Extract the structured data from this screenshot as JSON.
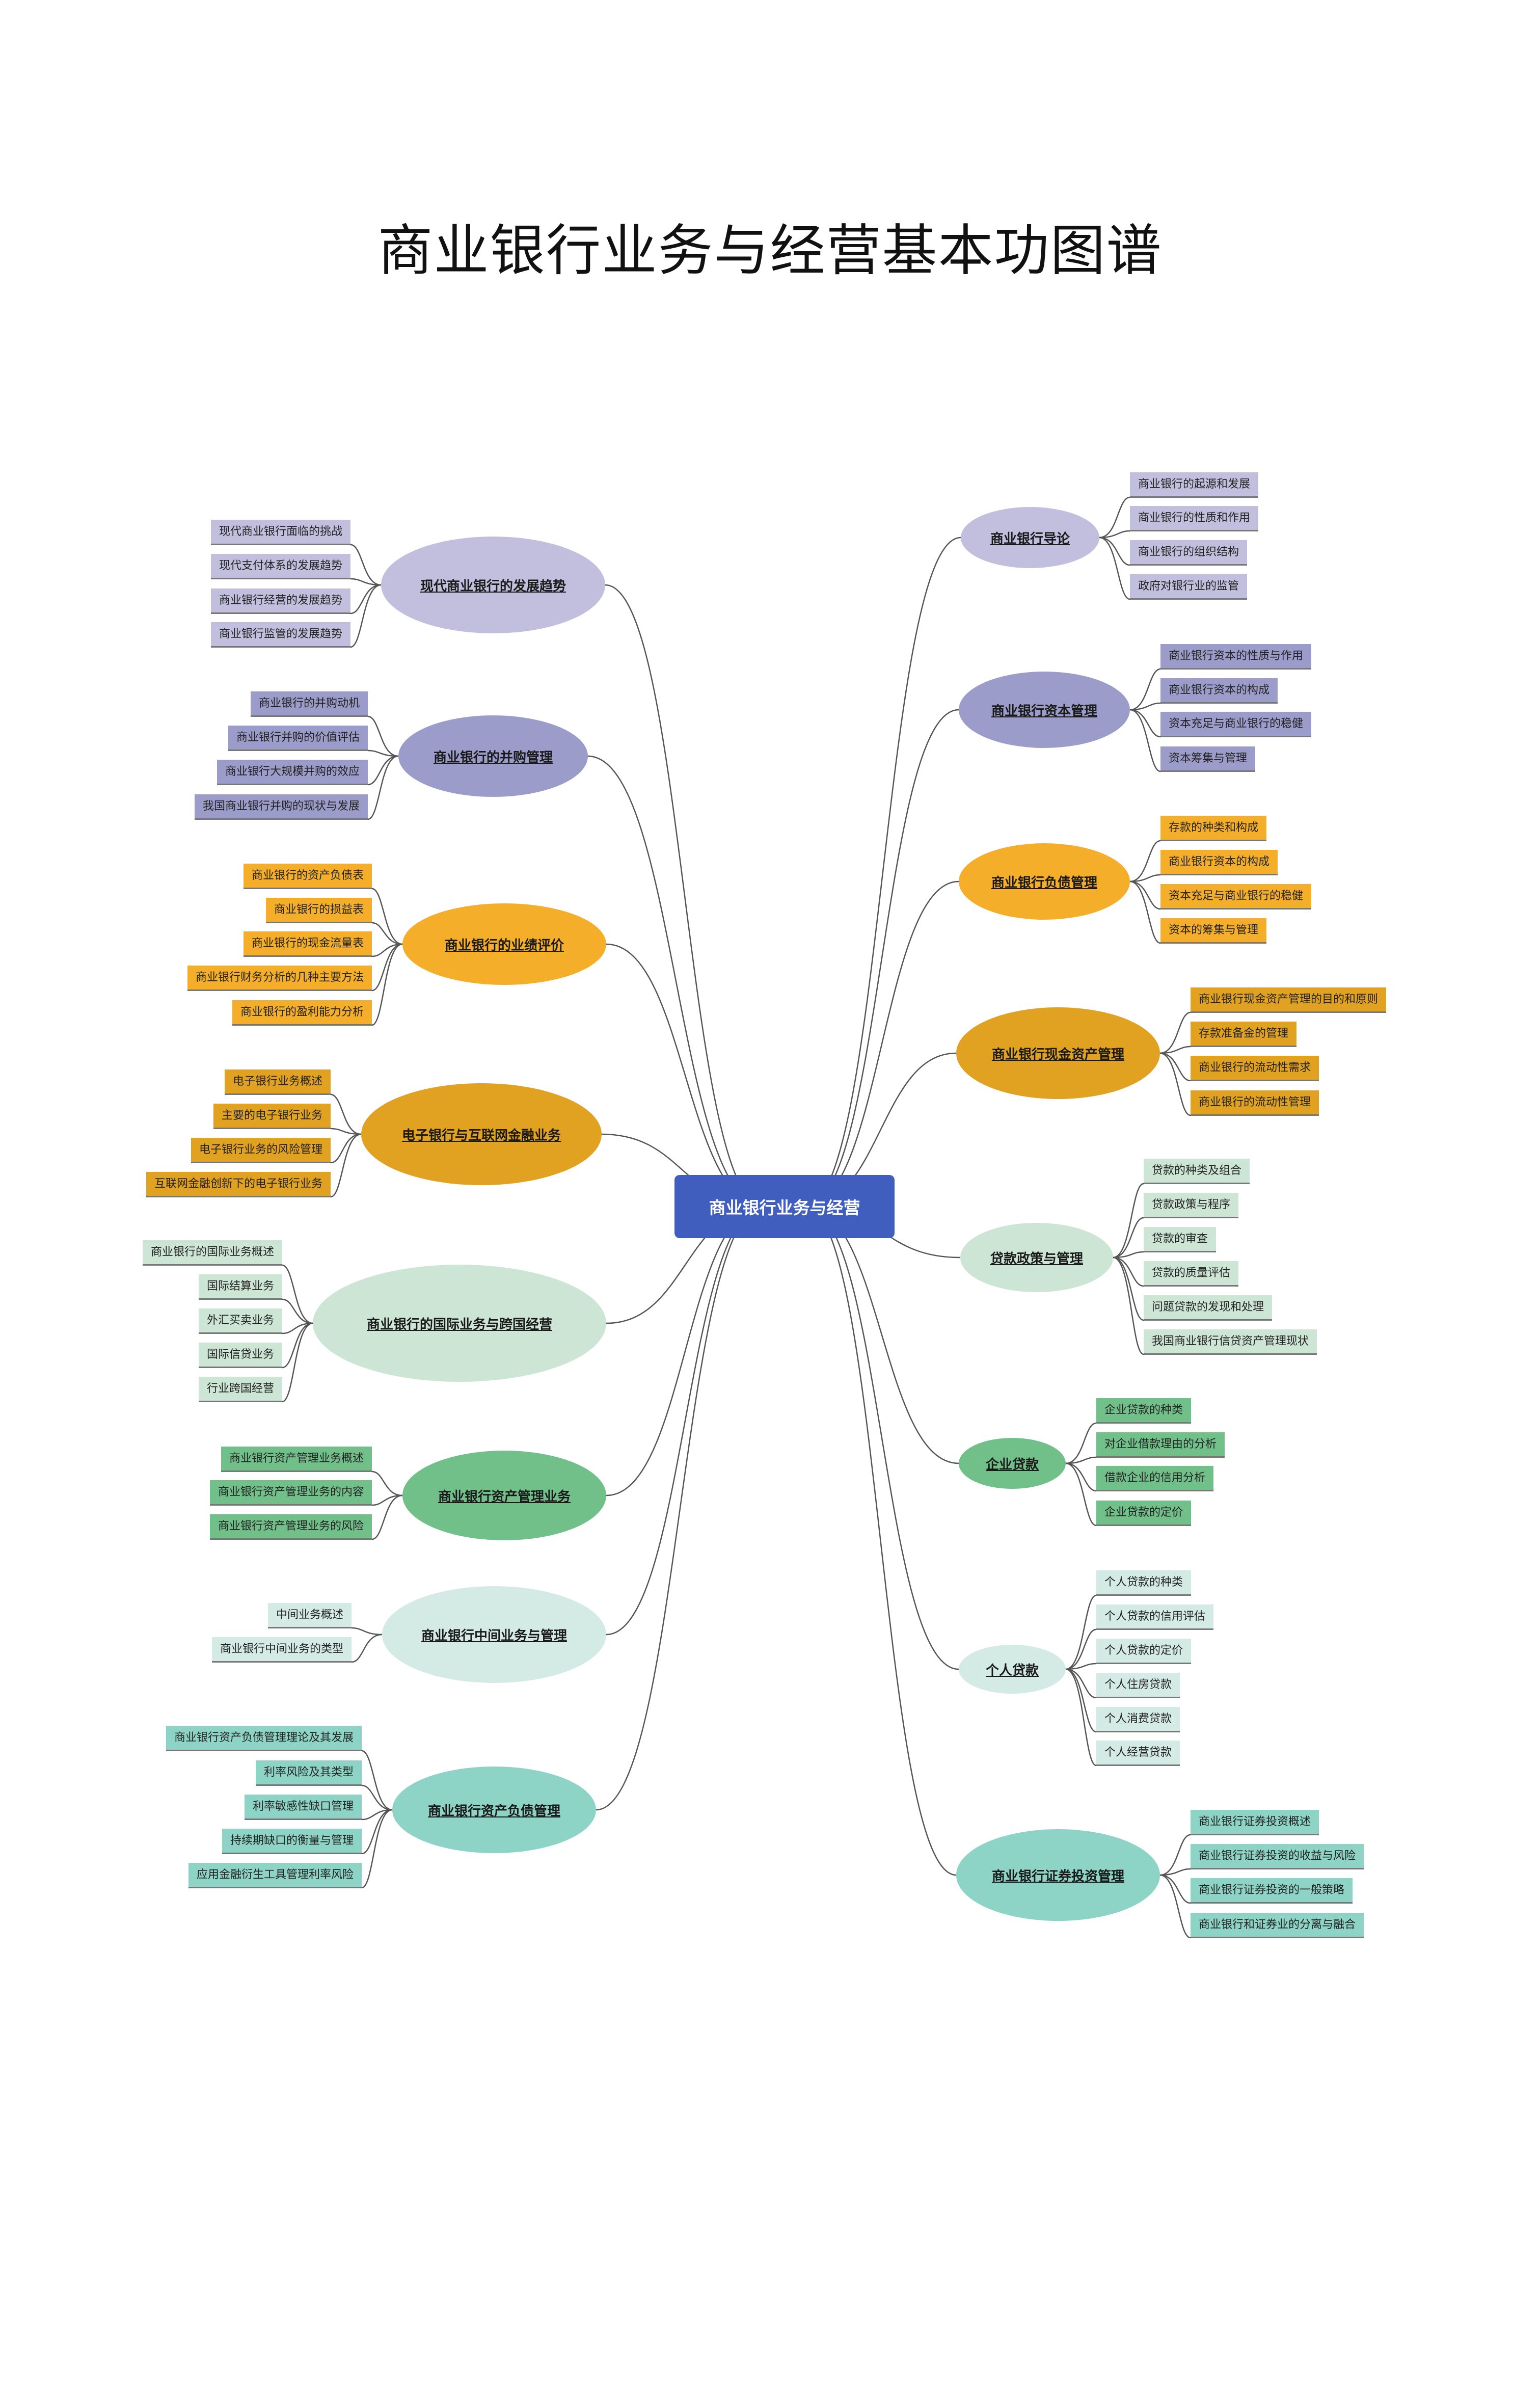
{
  "title": "商业银行业务与经营基本功图谱",
  "center": "商业银行业务与经营",
  "watermark": "",
  "left_branches": [
    {
      "label": "现代商业银行的发展趋势",
      "color": "#c1bfdd",
      "items": [
        "现代商业银行面临的挑战",
        "现代支付体系的发展趋势",
        "商业银行经营的发展趋势",
        "商业银行监管的发展趋势"
      ]
    },
    {
      "label": "商业银行的并购管理",
      "color": "#9c9cca",
      "items": [
        "商业银行的并购动机",
        "商业银行并购的价值评估",
        "商业银行大规模并购的效应",
        "我国商业银行并购的现状与发展"
      ]
    },
    {
      "label": "商业银行的业绩评价",
      "color": "#f5ae29",
      "items": [
        "商业银行的资产负债表",
        "商业银行的损益表",
        "商业银行的现金流量表",
        "商业银行财务分析的几种主要方法",
        "商业银行的盈利能力分析"
      ]
    },
    {
      "label": "电子银行与互联网金融业务",
      "color": "#e1a121",
      "items": [
        "电子银行业务概述",
        "主要的电子银行业务",
        "电子银行业务的风险管理",
        "互联网金融创新下的电子银行业务"
      ]
    },
    {
      "label": "商业银行的国际业务与跨国经营",
      "color": "#cde5d5",
      "items": [
        "商业银行的国际业务概述",
        "国际结算业务",
        "外汇买卖业务",
        "国际信贷业务",
        "行业跨国经营"
      ]
    },
    {
      "label": "商业银行资产管理业务",
      "color": "#71c08a",
      "items": [
        "商业银行资产管理业务概述",
        "商业银行资产管理业务的内容",
        "商业银行资产管理业务的风险"
      ]
    },
    {
      "label": "商业银行中间业务与管理",
      "color": "#d4ebe5",
      "items": [
        "中间业务概述",
        "商业银行中间业务的类型"
      ]
    },
    {
      "label": "商业银行资产负债管理",
      "color": "#8ed4c6",
      "items": [
        "商业银行资产负债管理理论及其发展",
        "利率风险及其类型",
        "利率敏感性缺口管理",
        "持续期缺口的衡量与管理",
        "应用金融衍生工具管理利率风险"
      ]
    }
  ],
  "right_branches": [
    {
      "label": "商业银行导论",
      "color": "#c1bfdd",
      "items": [
        "商业银行的起源和发展",
        "商业银行的性质和作用",
        "商业银行的组织结构",
        "政府对银行业的监管"
      ]
    },
    {
      "label": "商业银行资本管理",
      "color": "#9c9cca",
      "items": [
        "商业银行资本的性质与作用",
        "商业银行资本的构成",
        "资本充足与商业银行的稳健",
        "资本筹集与管理"
      ]
    },
    {
      "label": "商业银行负债管理",
      "color": "#f5ae29",
      "items": [
        "存款的种类和构成",
        "商业银行资本的构成",
        "资本充足与商业银行的稳健",
        "资本的筹集与管理"
      ]
    },
    {
      "label": "商业银行现金资产管理",
      "color": "#e1a121",
      "items": [
        "商业银行现金资产管理的目的和原则",
        "存款准备金的管理",
        "商业银行的流动性需求",
        "商业银行的流动性管理"
      ]
    },
    {
      "label": "贷款政策与管理",
      "color": "#cde5d5",
      "items": [
        "贷款的种类及组合",
        "贷款政策与程序",
        "贷款的审查",
        "贷款的质量评估",
        "问题贷款的发现和处理",
        "我国商业银行信贷资产管理现状"
      ]
    },
    {
      "label": "企业贷款",
      "color": "#71c08a",
      "items": [
        "企业贷款的种类",
        "对企业借款理由的分析",
        "借款企业的信用分析",
        "企业贷款的定价"
      ]
    },
    {
      "label": "个人贷款",
      "color": "#d4ebe5",
      "items": [
        "个人贷款的种类",
        "个人贷款的信用评估",
        "个人贷款的定价",
        "个人住房贷款",
        "个人消费贷款",
        "个人经营贷款"
      ]
    },
    {
      "label": "商业银行证券投资管理",
      "color": "#8ed4c6",
      "items": [
        "商业银行证券投资概述",
        "商业银行证券投资的收益与风险",
        "商业银行证券投资的一般策略",
        "商业银行和证券业的分离与融合"
      ]
    }
  ]
}
